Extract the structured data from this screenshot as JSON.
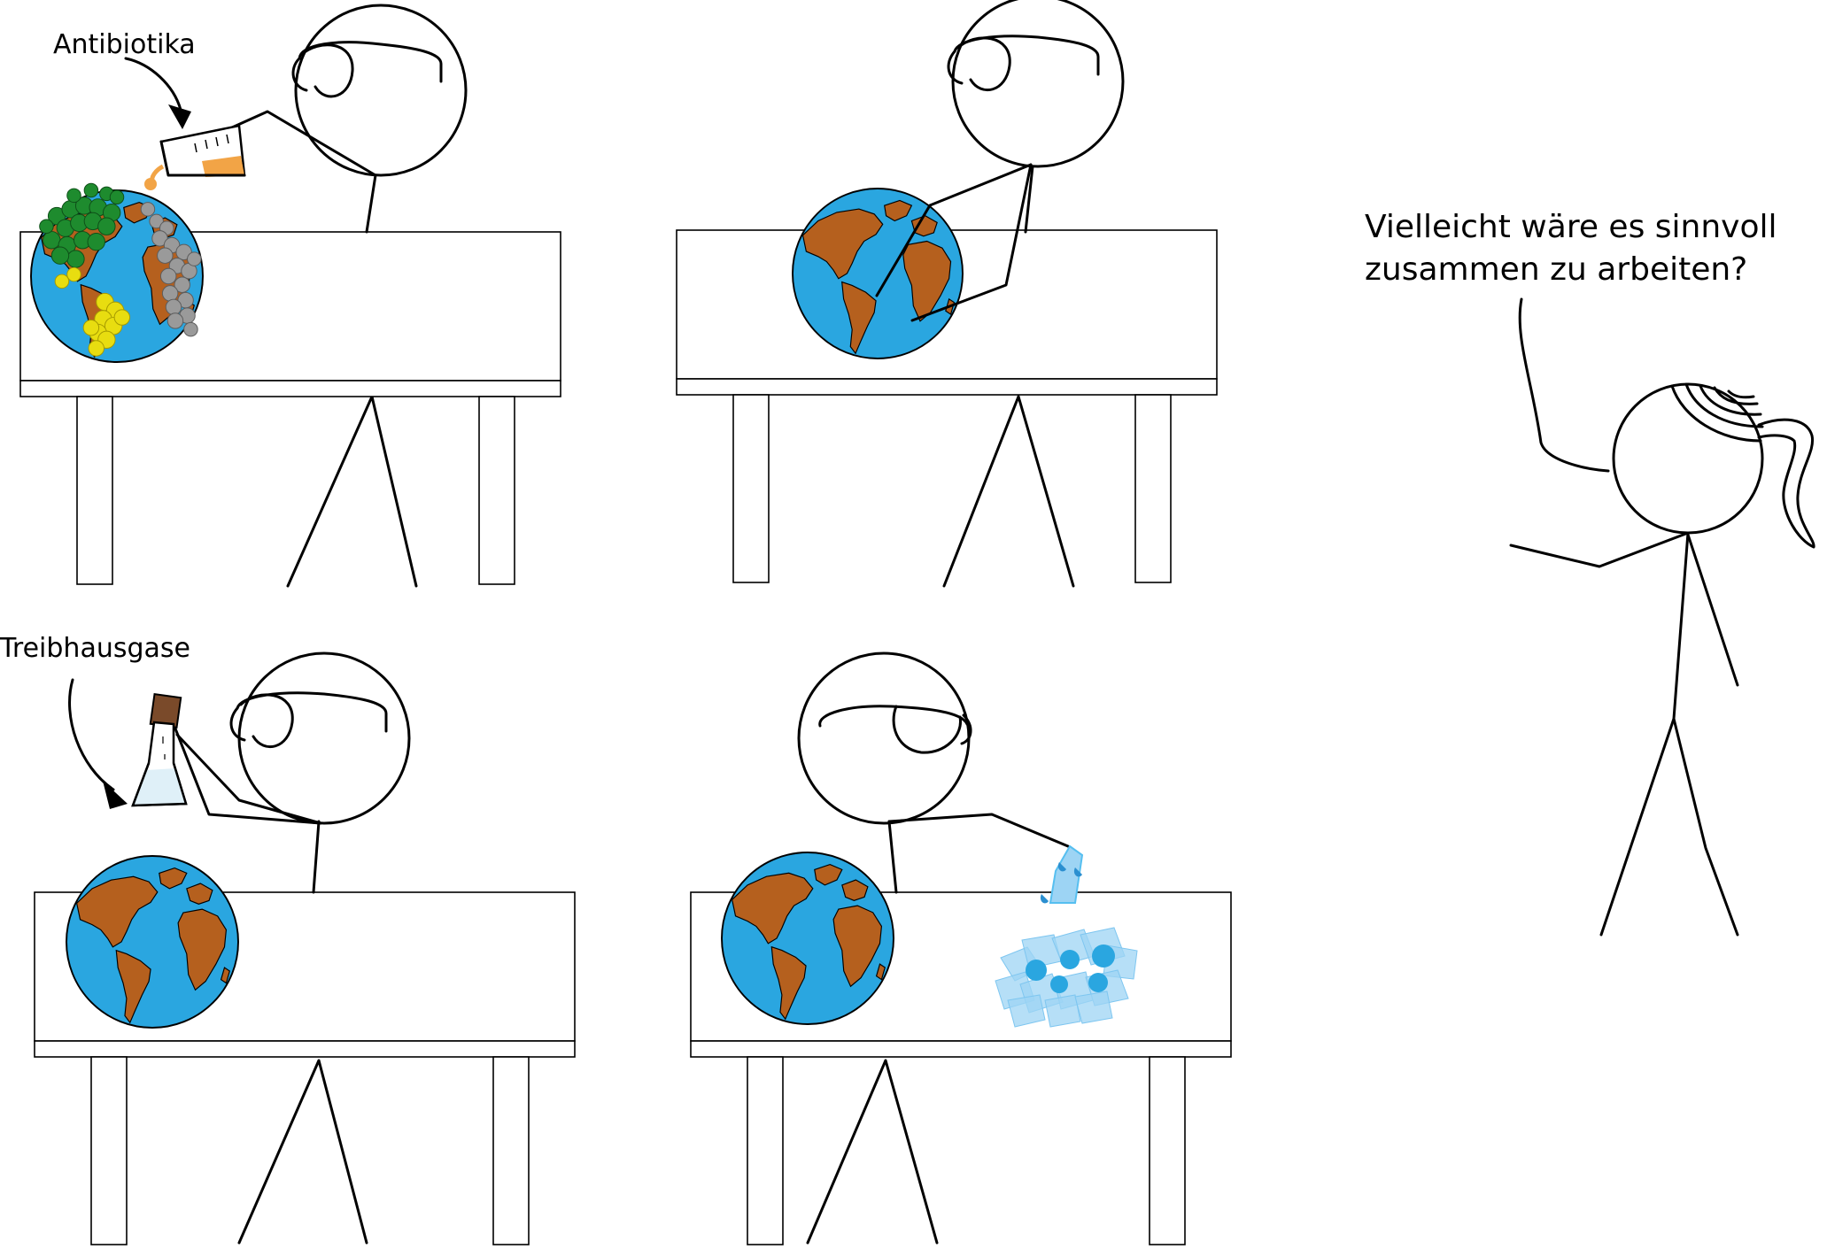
{
  "labels": {
    "antibiotics": "Antibiotika",
    "greenhouse_gases": "Treibhausgase",
    "speech_line1": "Vielleicht wäre es sinnvoll",
    "speech_line2": "zusammen zu arbeiten?"
  },
  "colors": {
    "ocean": "#2aa6e0",
    "land": "#b5601e",
    "bacteria_green": "#1e8b2e",
    "bacteria_yellow": "#e8dd10",
    "bacteria_grey": "#9a9a9a",
    "antibiotic_liquid": "#f2a446",
    "flask_gas": "#dff0f8",
    "cork": "#7a4a2a",
    "water": "#56bff0",
    "ice": "#9dd4f4"
  },
  "scene": {
    "panels": [
      "antibiotics-experiment",
      "plain-globe-hug",
      "greenhouse-gas-flask",
      "water-drops"
    ],
    "bystander": "ponytail-figure-with-speech"
  }
}
